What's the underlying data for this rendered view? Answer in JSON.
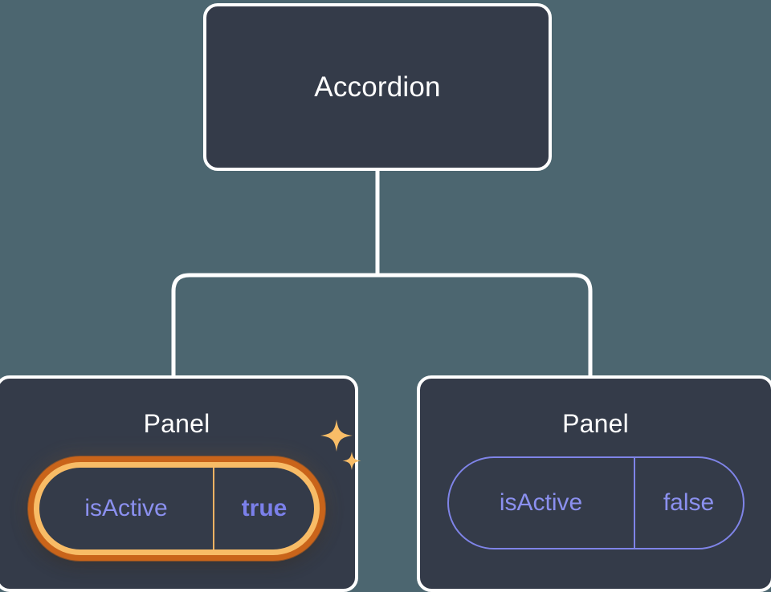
{
  "theme": {
    "background": "#4c6670",
    "card_fill": "#343b49",
    "card_border": "#ffffff",
    "connector": "#ffffff",
    "prop_key_text": "#8b90ef",
    "prop_value_text": "#7b80ea",
    "pill_border": "#7f84e8",
    "highlight_outer": "#c9641a",
    "highlight_inner": "#f8bc66",
    "sparkle": "#f9bd67"
  },
  "tree": {
    "root": {
      "title": "Accordion"
    },
    "children": [
      {
        "title": "Panel",
        "highlighted": true,
        "prop": {
          "key": "isActive",
          "value": "true"
        },
        "sparkle_large_icon": "sparkle-icon",
        "sparkle_small_icon": "sparkle-icon"
      },
      {
        "title": "Panel",
        "highlighted": false,
        "prop": {
          "key": "isActive",
          "value": "false"
        }
      }
    ]
  }
}
